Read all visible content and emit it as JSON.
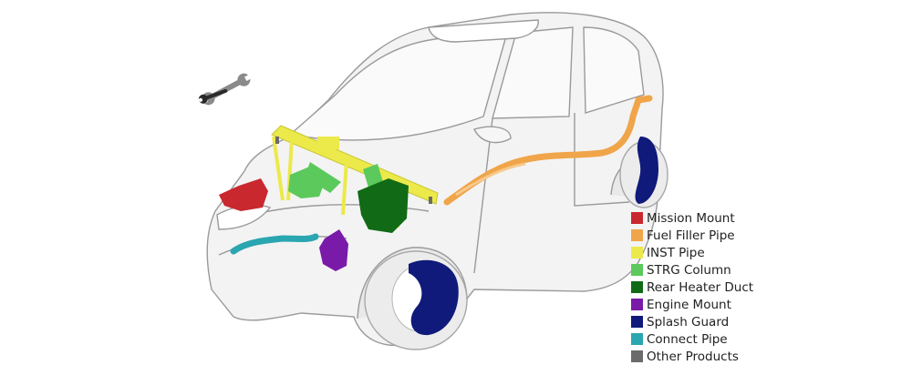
{
  "legend": [
    {
      "label": "Mission Mount",
      "color": "#c8282e"
    },
    {
      "label": "Fuel Filler Pipe",
      "color": "#f0a54a"
    },
    {
      "label": "INST Pipe",
      "color": "#ece94a"
    },
    {
      "label": "STRG Column",
      "color": "#5cc95c"
    },
    {
      "label": "Rear Heater Duct",
      "color": "#116b16"
    },
    {
      "label": "Engine Mount",
      "color": "#7a1aa8"
    },
    {
      "label": "Splash Guard",
      "color": "#101a7a"
    },
    {
      "label": "Connect Pipe",
      "color": "#2aa6b0"
    },
    {
      "label": "Other Products",
      "color": "#6b6b6b"
    }
  ],
  "icons": {
    "wrench": "wrench-icon"
  }
}
